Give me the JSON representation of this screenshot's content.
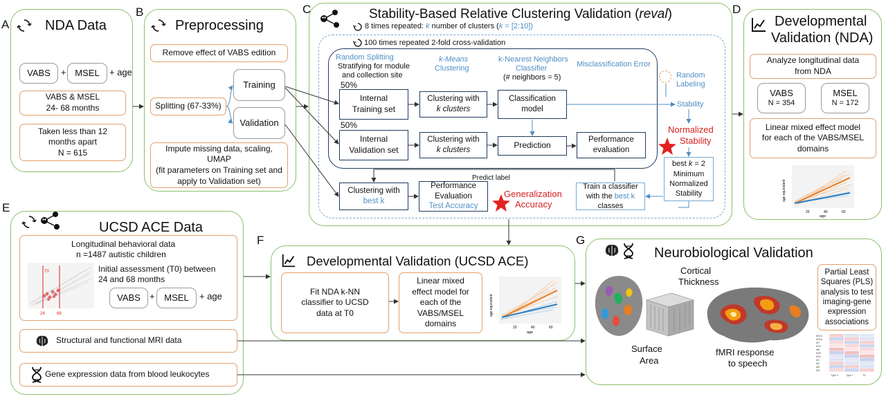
{
  "letters": {
    "a": "A",
    "b": "B",
    "c": "C",
    "d": "D",
    "e": "E",
    "f": "F",
    "g": "G"
  },
  "panel_a": {
    "title": "NDA Data",
    "vabs": "VABS",
    "plus": "+",
    "msel": "MSEL",
    "age": "+ age",
    "box1_l1": "VABS & MSEL",
    "box1_l2": "24- 68 months",
    "box2_l1": "Taken less than 12",
    "box2_l2": "months apart",
    "box2_l3": "N = 615"
  },
  "panel_b": {
    "title": "Preprocessing",
    "remove": "Remove effect of VABS edition",
    "split": "Splitting (67-33%)",
    "training": "Training",
    "validation": "Validation",
    "impute_l1": "Impute missing data, scaling,",
    "impute_l2": "UMAP",
    "impute_l3": "(fit parameters on Training set and",
    "impute_l4": "apply to Validation set)"
  },
  "panel_c": {
    "title_main": "Stability-Based Relative Clustering Validation (",
    "title_it": "reval",
    "title_close": ")",
    "rep8_a": "8 times repeated: ",
    "rep8_k": "k",
    "rep8_b": " number of clusters  (",
    "rep8_k2": "k",
    "rep8_c": " = [2:10])",
    "rep100": "100 times repeated 2-fold cross-validation",
    "h_random": "Random Splitting",
    "h_strat1": "Stratifying for module",
    "h_strat2": "and collection site",
    "h_kmeans1": "k-Means",
    "h_kmeans2": "Clustering",
    "h_knn": "k-Nearest Neighbors",
    "h_classifier": "Classifier",
    "h_neighbors": "(# neighbors = 5)",
    "h_mis": "Misclassification Error",
    "pct1": "50%",
    "pct2": "50%",
    "int_train1": "Internal",
    "int_train2": "Training set",
    "clust1": "Clustering with",
    "clust_k": "k clusters",
    "class_model1": "Classification",
    "class_model2": "model",
    "int_val1": "Internal",
    "int_val2": "Validation set",
    "clust2": "Clustering with",
    "clust_k2": "k clusters",
    "prediction": "Prediction",
    "perf1": "Performance",
    "perf2": "evaluation",
    "rand_lab1": "Random",
    "rand_lab2": "Labeling",
    "stability": "Stability",
    "norm1": "Normalized",
    "norm2": "Stability",
    "best_a": "best ",
    "best_k": "k",
    "best_b": " = 2",
    "min1": "Minimum",
    "min2": "Normalized",
    "min3": "Stability",
    "predict_label": "Predict label",
    "cbk1": "Clustering with",
    "cbk2": "best k",
    "pe1": "Performance",
    "pe2": "Evaluation",
    "pe3": "Test Accuracy",
    "gen1": "Generalization",
    "gen2": "Accuracy",
    "train_c1": "Train a classifier",
    "train_c2a": "with the ",
    "train_c2b": "best k",
    "train_c3": "classes"
  },
  "panel_d": {
    "title1": "Developmental",
    "title2": "Validation (NDA)",
    "analyze1": "Analyze longitudinal data",
    "analyze2": "from NDA",
    "vabs": "VABS",
    "vabs_n": "N = 354",
    "msel": "MSEL",
    "msel_n": "N = 172",
    "lme1": "Linear mixed effect model",
    "lme2": "for each of the VABS/MSEL",
    "lme3": "domains",
    "ylabel": "age equivalent",
    "xlabel": "age",
    "ticks": [
      "20",
      "40",
      "60"
    ]
  },
  "panel_e": {
    "title": "UCSD ACE Data",
    "l1": "Longitudinal behavioral data",
    "l2": "n =1487 autistic children",
    "l3": "Initial assessment (T0) between",
    "l4": "24 and 68 months",
    "t0": "T0",
    "x24": "24",
    "x68": "68",
    "vabs": "VABS",
    "plus": "+",
    "msel": "MSEL",
    "age": "+ age",
    "mri": "Structural and functional MRI data",
    "gene": "Gene expression data from blood leukocytes"
  },
  "panel_f": {
    "title": "Developmental Validation (UCSD ACE)",
    "fit1": "Fit NDA k-NN",
    "fit2": "classifier to UCSD",
    "fit3": "data at T0",
    "lin1": "Linear mixed",
    "lin2": "effect model for",
    "lin3": "each of the",
    "lin4": "VABS/MSEL",
    "lin5": "domains",
    "ylabel": "age equivalent",
    "xlabel": "age",
    "ticks": [
      "20",
      "40",
      "60"
    ]
  },
  "panel_g": {
    "title": "Neurobiological Validation",
    "cort1": "Cortical",
    "cort2": "Thickness",
    "surf1": "Surface",
    "surf2": "Area",
    "fmri1": "fMRI response",
    "fmri2": "to speech",
    "pls1": "Partial Least",
    "pls2": "Squares (PLS)",
    "pls3": "analysis to test",
    "pls4": "imaging-gene",
    "pls5": "expression",
    "pls6": "associations",
    "hm_cols": [
      "Type II",
      "Type I",
      "TD"
    ],
    "hm_rows": [
      "M11b",
      "M11b",
      "M7",
      "M13",
      "M8",
      "M20",
      "M14",
      "M1",
      "M2",
      "M5",
      "M3"
    ]
  },
  "colors": {
    "green": "#8bbf6a",
    "orange": "#e29f6a",
    "navy": "#1f3b5e",
    "blue": "#4f8fc4",
    "red": "#d71f1f"
  }
}
